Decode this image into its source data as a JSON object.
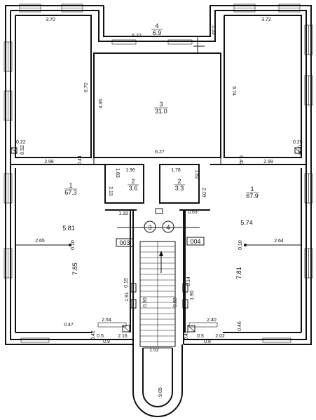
{
  "rooms": {
    "top_center": {
      "number": "4",
      "area": "6.9"
    },
    "center_hall": {
      "number": "3",
      "area": "31.0"
    },
    "left_small": {
      "number": "2",
      "area": "3.6"
    },
    "right_small": {
      "number": "2",
      "area": "3.3"
    },
    "left_large": {
      "number": "1",
      "area": "67.3"
    },
    "right_large": {
      "number": "1",
      "area": "67.9"
    }
  },
  "dimensions": {
    "tl_width": "3.70",
    "tr_width": "3.72",
    "top_center_width": "5.22",
    "top_center_depth": "1.33",
    "tl_height": "6.70",
    "tr_height": "6.74",
    "hall_height": "4.95",
    "hall_width": "6.27",
    "l_022": "0.22",
    "l_052": "0.52",
    "r_025": "0.25",
    "r_050": "0.50",
    "l_298": "2.98",
    "l_044": "0.44",
    "r_042": "0.42",
    "r_299": "2.99",
    "ls_w": "1.96",
    "ls_h1": "1.83",
    "ls_h2": "2.13",
    "rs_w": "1.78",
    "rs_h1": "1.82",
    "rs_h2": "2.09",
    "l_118": "1.18",
    "r_069": "0.69",
    "l_581": "5.81",
    "r_574": "5.74",
    "l_265": "2.65",
    "l_010": "0.10",
    "r_010": "0.10",
    "r_264": "2.64",
    "l_785": "7.85",
    "r_781": "7.81",
    "l_015": "0.15",
    "r_014": "0.14",
    "l_191": "1.91",
    "l_090a": "0.90",
    "r_190": "1.90",
    "r_080": "0.80",
    "l_254": "2.54",
    "r_240": "2.40",
    "l_047": "0.47",
    "r_046": "0.46",
    "l_042b": "0.42",
    "l_05": "0.5",
    "l_09": "0.9",
    "l_216": "2.16",
    "r_042b": "0.42",
    "r_05": "0.5",
    "r_08": "0.8",
    "r_202": "2.02",
    "stair_w": "1.52",
    "stair_len": "9.05"
  },
  "markers": {
    "circle_a": "3",
    "circle_b": "4",
    "tag_left": "003",
    "tag_right": "004"
  }
}
